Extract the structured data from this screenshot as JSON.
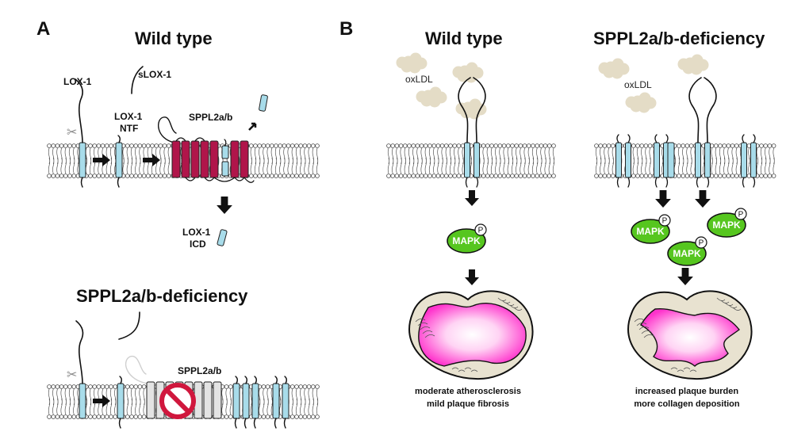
{
  "panel_a": {
    "letter": "A",
    "wild_type_title": "Wild type",
    "labels": {
      "lox1": "LOX-1",
      "slox1": "sLOX-1",
      "ntf_line1": "LOX-1",
      "ntf_line2": "NTF",
      "sppl2ab": "SPPL2a/b",
      "icd_line1": "LOX-1",
      "icd_line2": "ICD"
    },
    "deficiency_title": "SPPL2a/b-deficiency",
    "deficiency_sppl_label": "SPPL2a/b"
  },
  "panel_b": {
    "letter": "B",
    "wild_type": {
      "title": "Wild type",
      "oxldl": "oxLDL",
      "mapk": "MAPK",
      "phospho": "P",
      "caption_line1": "moderate atherosclerosis",
      "caption_line2": "mild plaque fibrosis"
    },
    "deficiency": {
      "title": "SPPL2a/b-deficiency",
      "oxldl": "oxLDL",
      "mapk": "MAPK",
      "phospho": "P",
      "caption_line1": "increased plaque burden",
      "caption_line2": "more collagen deposition"
    }
  },
  "colors": {
    "lox1_fill": "#a8dcea",
    "sppl_fill": "#b0154a",
    "mapk_fill": "#56c61f",
    "plaque_core": "#ff33cc",
    "plaque_rim": "#e8e2d0",
    "oxldl_fill": "#e4dcc6",
    "ghost": "#cfcfcf",
    "no_sign": "#d0173d"
  }
}
